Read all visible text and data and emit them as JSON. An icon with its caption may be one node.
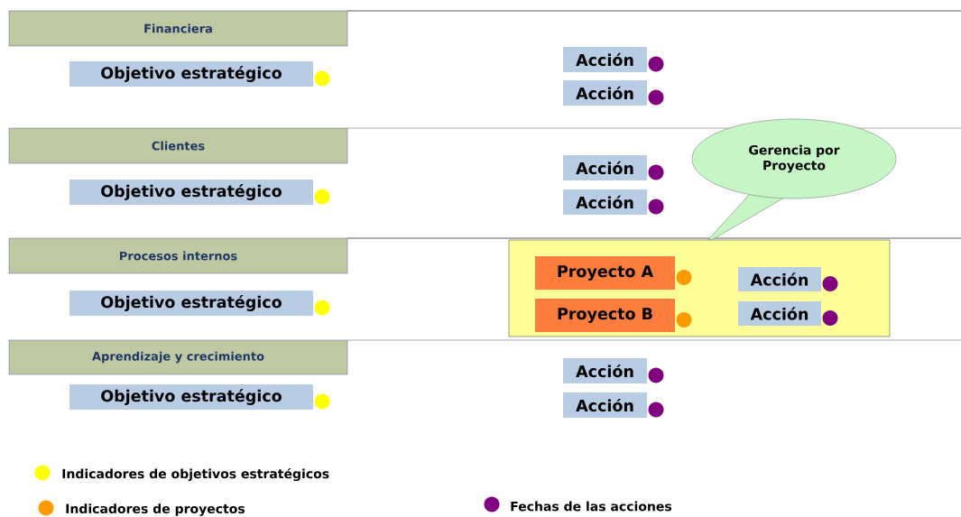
{
  "diagram": {
    "nodes": [
      {
        "text": [
          "Financiera"
        ]
      },
      {
        "text": [
          "Objetivo estratégico"
        ]
      },
      {
        "text": [
          "Acción"
        ]
      },
      {
        "text": [
          "Acción"
        ]
      },
      {
        "text": [
          "Clientes"
        ]
      },
      {
        "text": [
          "Objetivo estratégico"
        ]
      },
      {
        "text": [
          "Acción"
        ]
      },
      {
        "text": [
          "Acción"
        ]
      },
      {
        "text": [
          "Gerencia por Proyecto"
        ]
      },
      {
        "text": [
          "Procesos internos"
        ]
      },
      {
        "text": [
          "Objetivo estratégico"
        ]
      },
      {
        "text": [],
        "shape": "box"
      },
      {
        "text": [
          "Proyecto A"
        ],
        "in": 11
      },
      {
        "text": [
          "Acción"
        ],
        "in": 11
      },
      {
        "text": [
          "Proyecto B"
        ],
        "in": 11
      },
      {
        "text": [
          "Acción"
        ],
        "in": 11
      },
      {
        "text": [
          "Aprendizaje y crecimiento"
        ]
      },
      {
        "text": [
          "Objetivo estratégico"
        ]
      },
      {
        "text": [
          "Acción"
        ]
      },
      {
        "text": [
          "Acción"
        ]
      }
    ],
    "legend": [
      {
        "text": "Indicadores de objetivos estratégicos",
        "color": "#ffff00"
      },
      {
        "text": "Indicadores de proyectos",
        "color": "#ff9900"
      },
      {
        "text": "Fechas de las acciones",
        "color": "#800080"
      }
    ]
  }
}
